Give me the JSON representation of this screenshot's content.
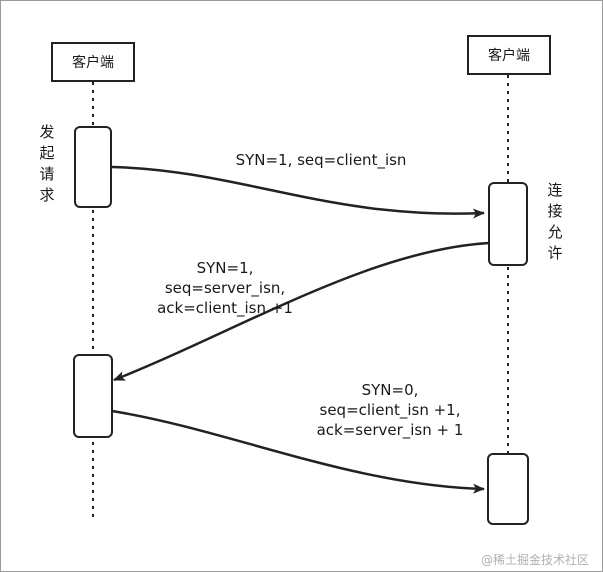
{
  "actors": {
    "left": "客户端",
    "right": "客户端"
  },
  "side_labels": {
    "left": "发起请求",
    "right": "连接允许"
  },
  "messages": [
    {
      "lines": [
        "SYN=1, seq=client_isn"
      ]
    },
    {
      "lines": [
        "SYN=1,",
        "seq=server_isn,",
        "ack=client_isn +1"
      ]
    },
    {
      "lines": [
        "SYN=0,",
        "seq=client_isn +1,",
        "ack=server_isn + 1"
      ]
    }
  ],
  "watermark": "@稀土掘金技术社区"
}
